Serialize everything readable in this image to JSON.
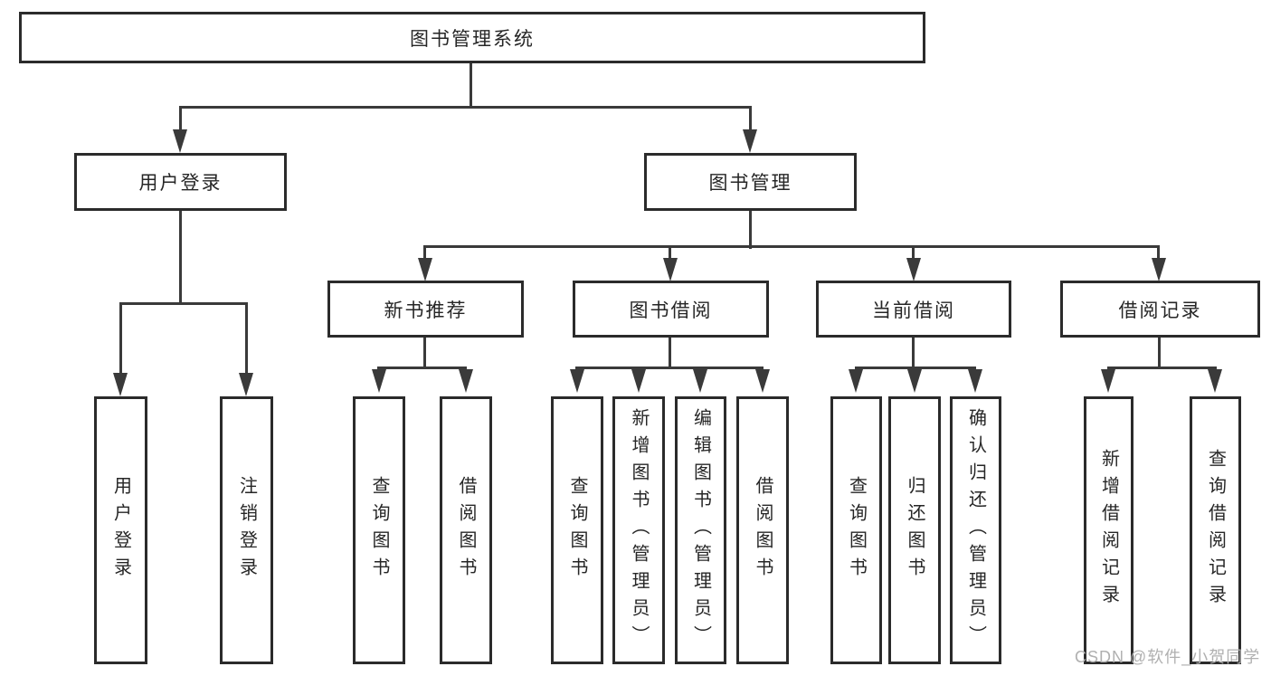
{
  "watermark": {
    "text": "CSDN @软件_小贺同学"
  },
  "colors": {
    "background": "#ffffff",
    "box_border": "#2b2b2b",
    "connector_line": "#3a3a3a",
    "text": "#262626",
    "watermark": "#b0b0b0"
  },
  "tree": {
    "label": "图书管理系统",
    "children": [
      {
        "label": "用户登录",
        "children": [
          {
            "label": "用户登录"
          },
          {
            "label": "注销登录"
          }
        ]
      },
      {
        "label": "图书管理",
        "children": [
          {
            "label": "新书推荐",
            "children": [
              {
                "label": "查询图书"
              },
              {
                "label": "借阅图书"
              }
            ]
          },
          {
            "label": "图书借阅",
            "children": [
              {
                "label": "查询图书"
              },
              {
                "label": "新增图书（管理员）"
              },
              {
                "label": "编辑图书（管理员）"
              },
              {
                "label": "借阅图书"
              }
            ]
          },
          {
            "label": "当前借阅",
            "children": [
              {
                "label": "查询图书"
              },
              {
                "label": "归还图书"
              },
              {
                "label": "确认归还（管理员）"
              }
            ]
          },
          {
            "label": "借阅记录",
            "children": [
              {
                "label": "新增借阅记录"
              },
              {
                "label": "查询借阅记录"
              }
            ]
          }
        ]
      }
    ]
  }
}
